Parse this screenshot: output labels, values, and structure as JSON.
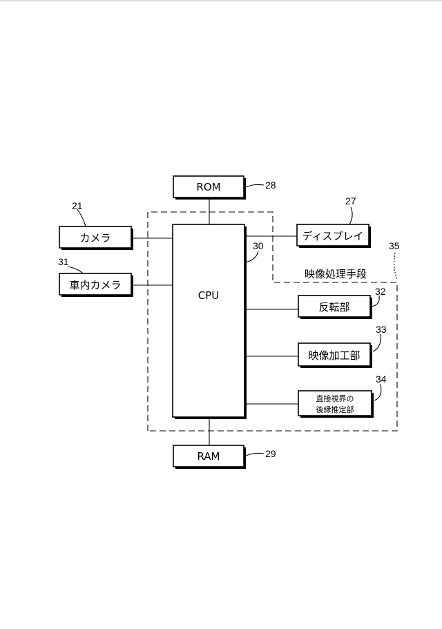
{
  "nodes": {
    "rom": {
      "label": "ROM",
      "ref": "28"
    },
    "ram": {
      "label": "RAM",
      "ref": "29"
    },
    "cpu": {
      "label": "CPU",
      "ref": "30"
    },
    "camera": {
      "label": "カメラ",
      "ref": "21"
    },
    "in_car_camera": {
      "label": "車内カメラ",
      "ref": "31"
    },
    "display": {
      "label": "ディスプレイ",
      "ref": "27"
    },
    "inversion_unit": {
      "label": "反転部",
      "ref": "32"
    },
    "image_processing_unit": {
      "label": "映像加工部",
      "ref": "33"
    },
    "rear_edge_estimator": {
      "label_line1": "直接視界の",
      "label_line2": "後縁推定部",
      "ref": "34"
    }
  },
  "video_processing_means": {
    "label": "映像処理手段",
    "ref": "35"
  }
}
